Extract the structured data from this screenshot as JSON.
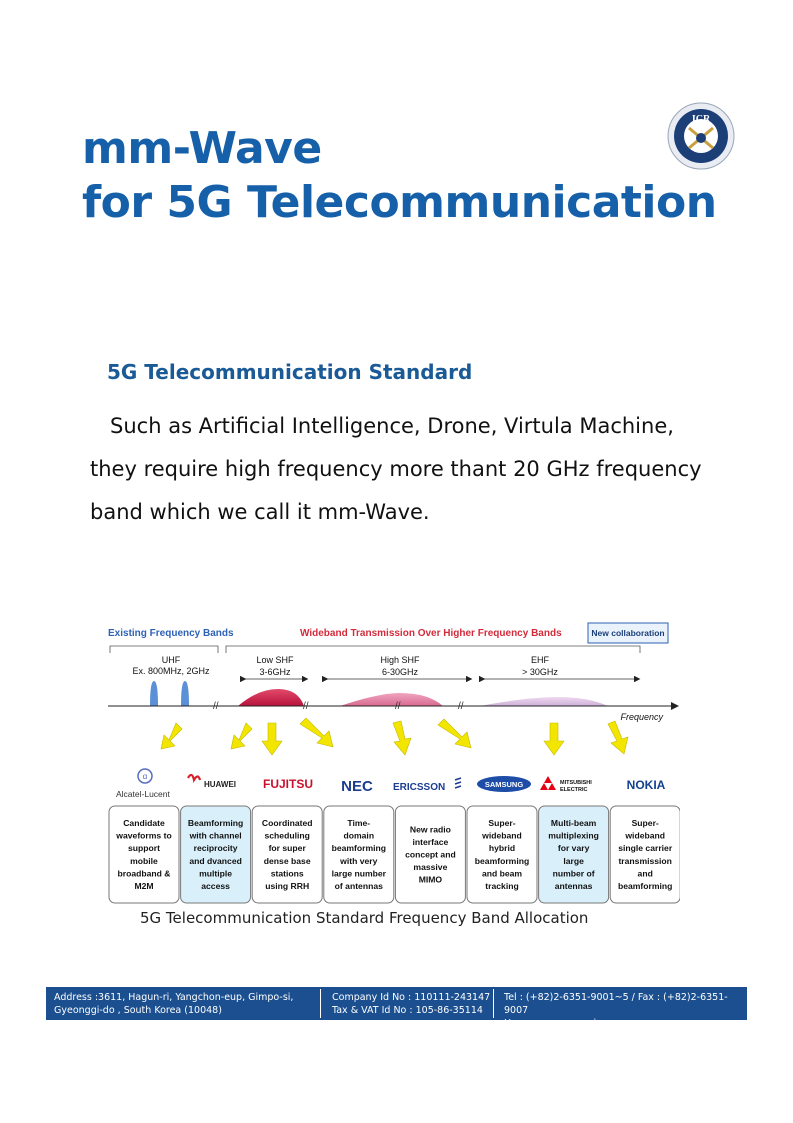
{
  "header": {
    "title_line1": "mm-Wave",
    "title_line2": "for 5G Telecommunication",
    "logo_text": "ICR"
  },
  "section": {
    "heading": "5G Telecommunication Standard",
    "paragraph": "Such as Artificial Intelligence, Drone, Virtula Machine, they require high frequency more thant 20 GHz frequency band which we call it mm-Wave."
  },
  "figure": {
    "existing_label": "Existing Frequency Bands",
    "wideband_label": "Wideband Transmission Over Higher Frequency Bands",
    "new_collab": "New collaboration",
    "uhf": "UHF",
    "uhf_sub": "Ex. 800MHz, 2GHz",
    "low_shf": "Low SHF",
    "low_shf_sub": "3-6GHz",
    "high_shf": "High SHF",
    "high_shf_sub": "6-30GHz",
    "ehf": "EHF",
    "ehf_sub": "> 30GHz",
    "axis": "Frequency",
    "companies": [
      "Alcatel-Lucent",
      "HUAWEI",
      "FUJITSU",
      "NEC",
      "ERICSSON",
      "SAMSUNG",
      "MITSUBISHI ELECTRIC",
      "NOKIA"
    ],
    "boxes": [
      [
        "Candidate",
        "waveforms to",
        "support",
        "mobile",
        "broadband &",
        "M2M"
      ],
      [
        "Beamforming",
        "with channel",
        "reciprocity",
        "and dvanced",
        "multiple",
        "access"
      ],
      [
        "Coordinated",
        "scheduling",
        "for super",
        "dense base",
        "stations",
        "using RRH"
      ],
      [
        "Time-",
        "domain",
        "beamforming",
        "with very",
        "large number",
        "of antennas"
      ],
      [
        "New radio",
        "interface",
        "concept and",
        "massive",
        "MIMO"
      ],
      [
        "Super-",
        "wideband",
        "hybrid",
        "beamforming",
        "and beam",
        "tracking"
      ],
      [
        "Multi-beam",
        "multiplexing",
        "for vary",
        "large",
        "number of",
        "antennas"
      ],
      [
        "Super-",
        "wideband",
        "single carrier",
        "transmission",
        "and",
        "beamforming"
      ]
    ],
    "caption": "5G Telecommunication Standard Frequency Band Allocation"
  },
  "footer": {
    "address1": "Address :3611, Hagun-ri, Yangchon-eup, Gimpo-si,",
    "address2": "Gyeonggi-do , South Korea (10048)",
    "company_id": "Company Id No : 110111-243147",
    "vat_id": "Tax & VAT Id No : 105-86-35114",
    "tel": "Tel : (+82)2-6351-9001~5 / Fax : (+82)2-6351-9007",
    "homepage": "Home page : www.icrqa.com"
  }
}
